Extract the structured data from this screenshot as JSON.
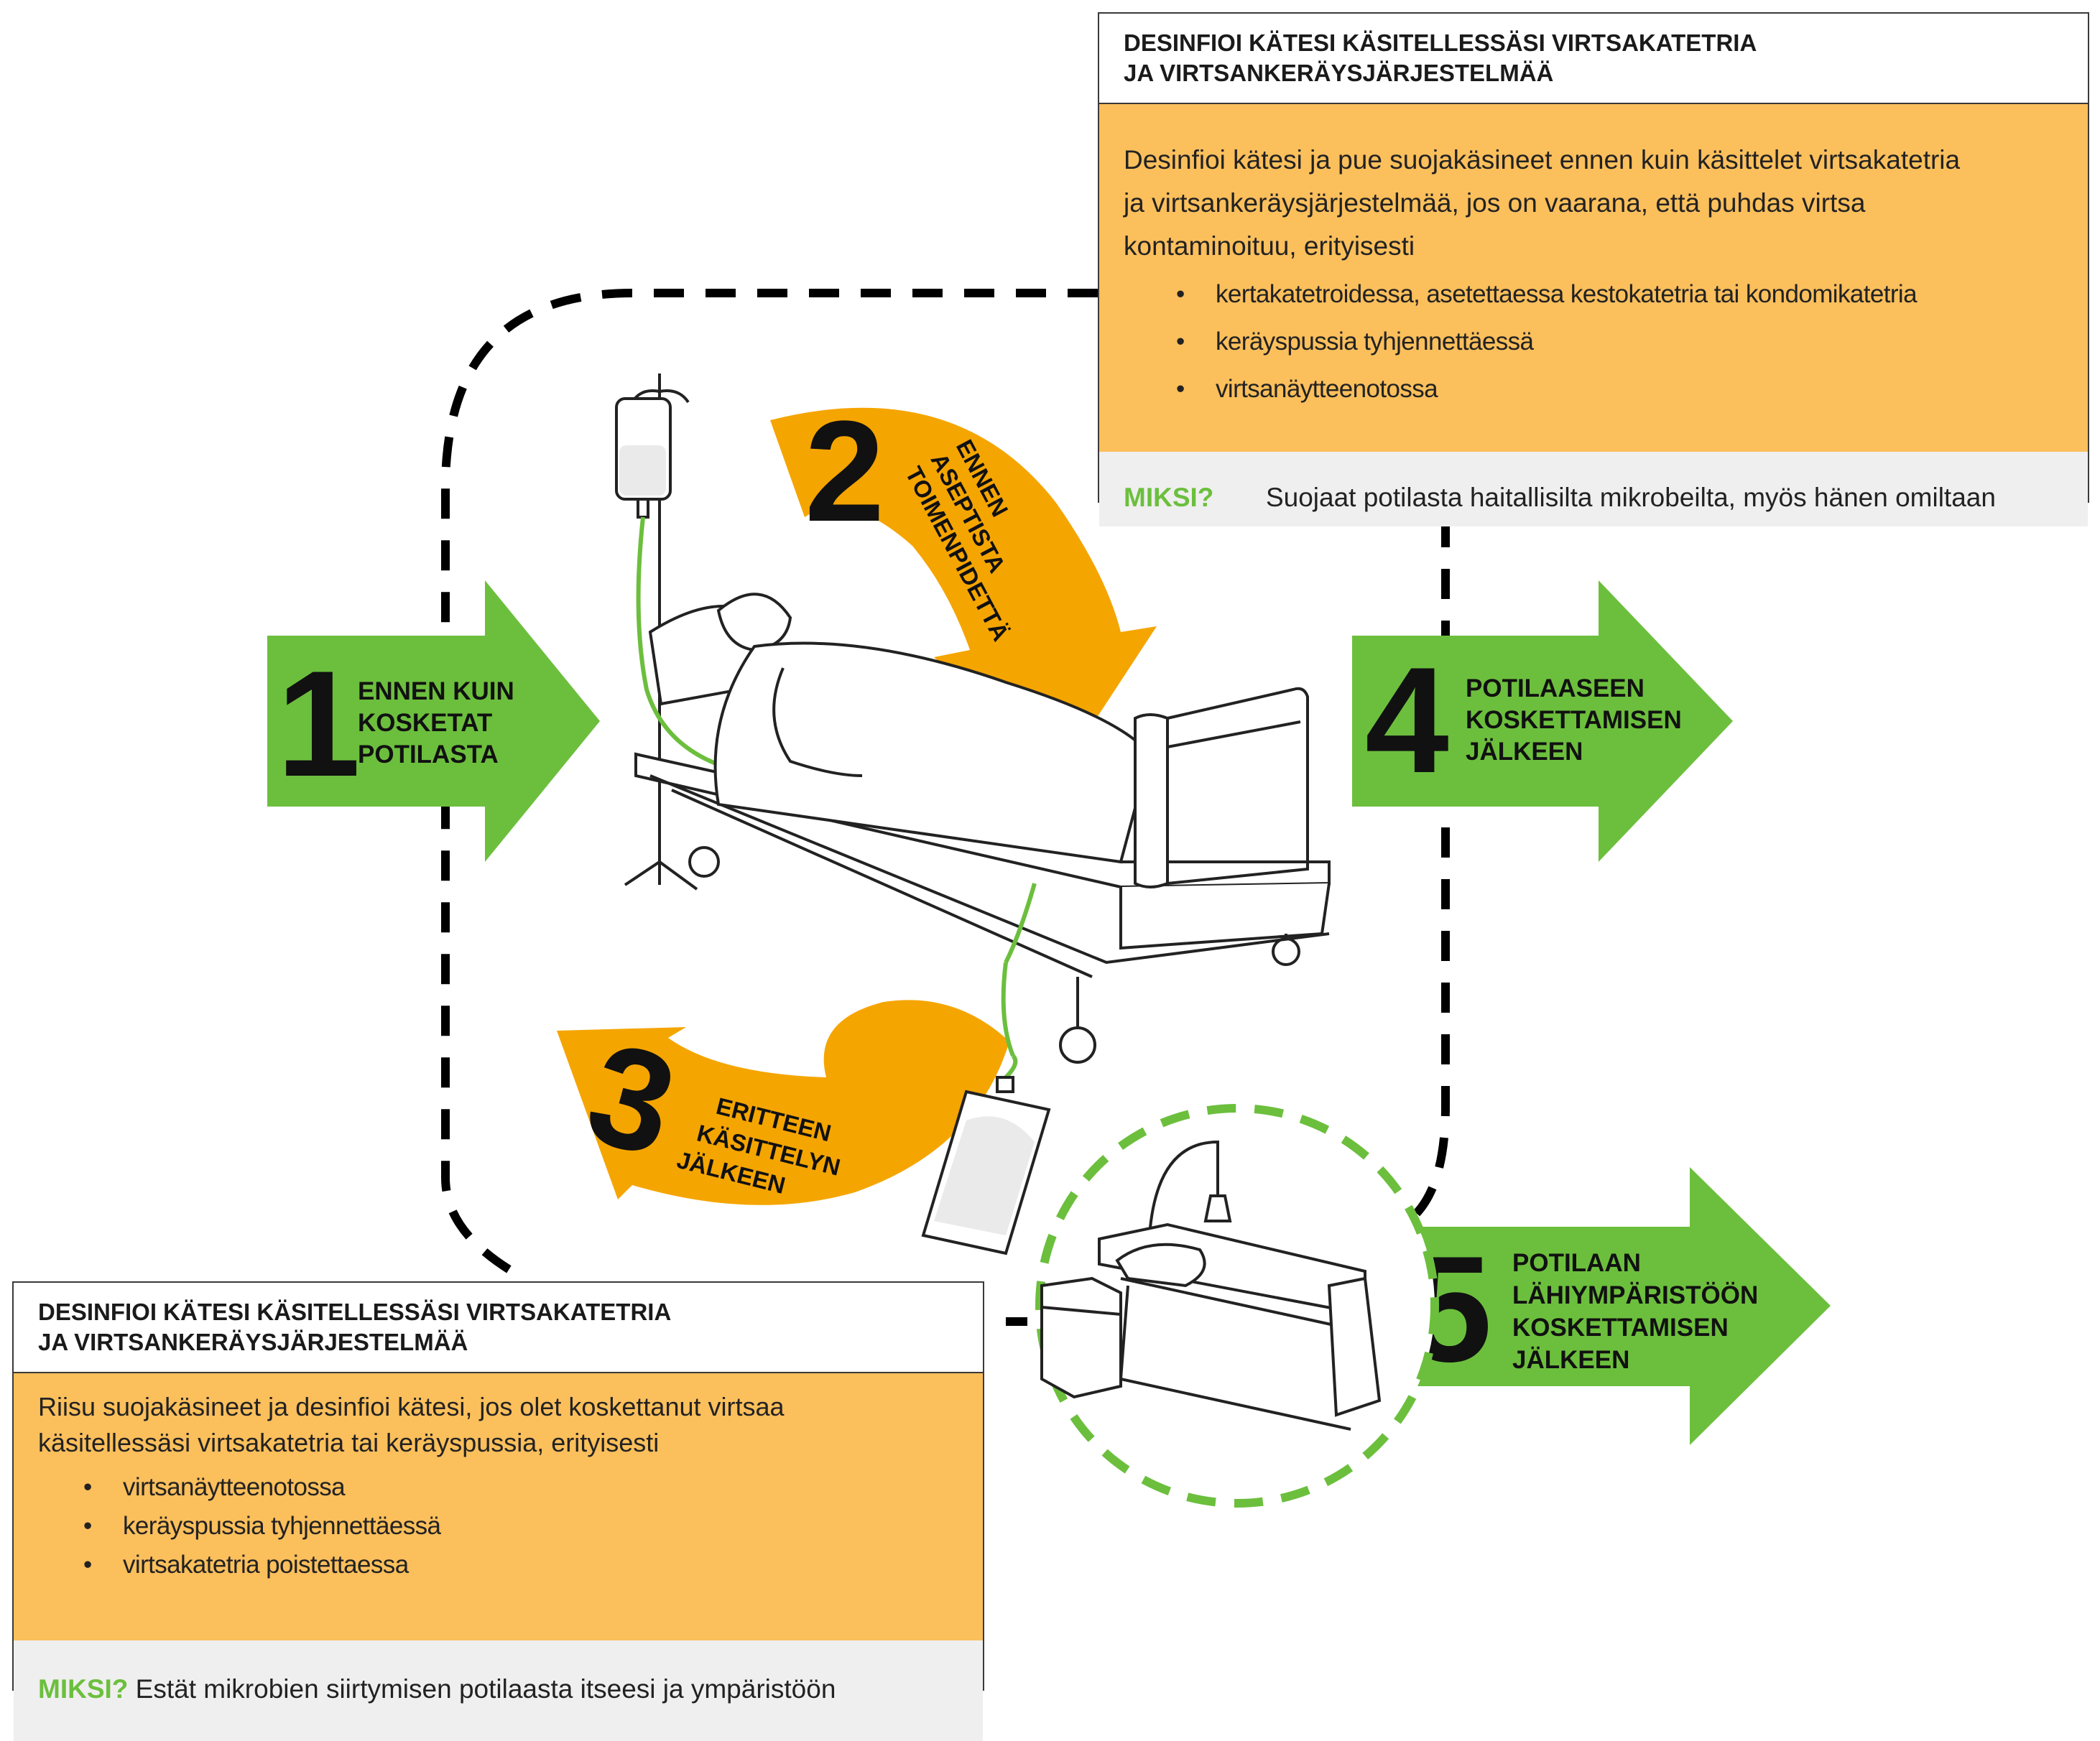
{
  "moments": [
    {
      "number": "1",
      "lines": [
        "ENNEN KUIN",
        "KOSKETAT",
        "POTILASTA"
      ]
    },
    {
      "number": "2",
      "lines": [
        "ENNEN",
        "ASEPTISTA",
        "TOIMENPIDETTÄ"
      ]
    },
    {
      "number": "3",
      "lines": [
        "ERITTEEN",
        "KÄSITTELYN",
        "JÄLKEEN"
      ]
    },
    {
      "number": "4",
      "lines": [
        "POTILAASEEN",
        "KOSKETTAMISEN",
        "JÄLKEEN"
      ]
    },
    {
      "number": "5",
      "lines": [
        "POTILAAN",
        "LÄHIYMPÄRISTÖÖN",
        "KOSKETTAMISEN",
        "JÄLKEEN"
      ]
    }
  ],
  "panel_top": {
    "title_lines": [
      "DESINFIOI KÄTESI KÄSITELLESSÄSI VIRTSAKATETRIA",
      "JA VIRTSANKERÄYSJÄRJESTELMÄÄ"
    ],
    "body_lines": [
      "Desinfioi kätesi ja pue suojakäsineet ennen kuin käsittelet virtsakatetria",
      "ja virtsankeräysjärjestelmää, jos on vaarana, että puhdas virtsa",
      "kontaminoituu, erityisesti"
    ],
    "bullets": [
      "kertakatetroidessa, asetettaessa kestokatetria tai kondomikatetria",
      "keräyspussia tyhjennettäessä",
      "virtsanäytteenotossa"
    ],
    "miksi_label": "MIKSI?",
    "miksi_text": "Suojaat potilasta haitallisilta mikrobeilta, myös hänen omiltaan"
  },
  "panel_bottom": {
    "title_lines": [
      "DESINFIOI KÄTESI KÄSITELLESSÄSI VIRTSAKATETRIA",
      "JA VIRTSANKERÄYSJÄRJESTELMÄÄ"
    ],
    "body_lines": [
      "Riisu suojakäsineet ja desinfioi kätesi, jos olet koskettanut virtsaa",
      "käsitellessäsi virtsakatetria tai keräyspussia, erityisesti"
    ],
    "bullets": [
      "virtsanäytteenotossa",
      "keräyspussia tyhjennettäessä",
      "virtsakatetria poistettaessa"
    ],
    "miksi_label": "MIKSI?",
    "miksi_text": "Estät mikrobien siirtymisen potilaasta itseesi ja ympäristöön"
  },
  "colors": {
    "green": "#6cbf3d",
    "orange": "#f5a500",
    "panel_body": "#fbbf5c",
    "panel_foot": "#efefef",
    "dashed_line": "#000000"
  },
  "icons": [
    "hospital-bed-with-patient",
    "iv-drip-stand",
    "urine-collection-bag",
    "empty-bed-with-bedside-table"
  ]
}
